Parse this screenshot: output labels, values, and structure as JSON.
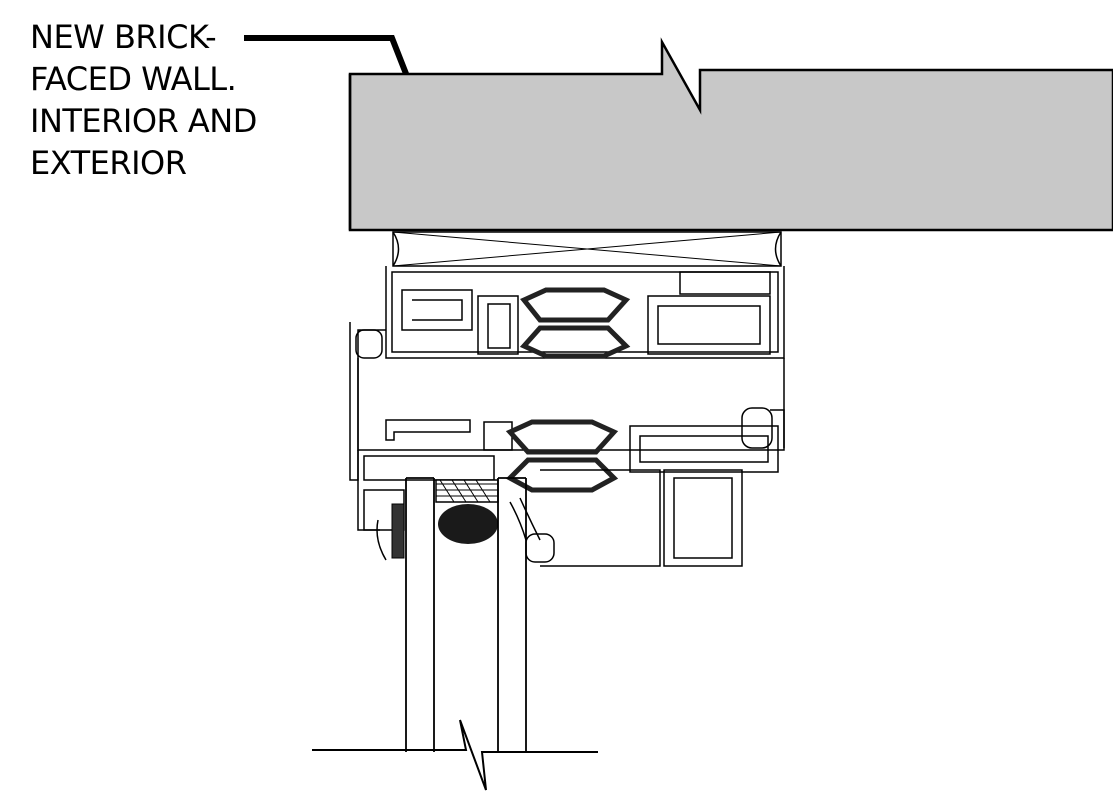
{
  "callout": {
    "lines": [
      "NEW BRICK-",
      "FACED WALL.",
      "INTERIOR AND",
      "EXTERIOR"
    ]
  },
  "colors": {
    "wall_fill": "#c8c8c8",
    "line": "#000000",
    "background": "#ffffff",
    "gasket": "#222222"
  }
}
